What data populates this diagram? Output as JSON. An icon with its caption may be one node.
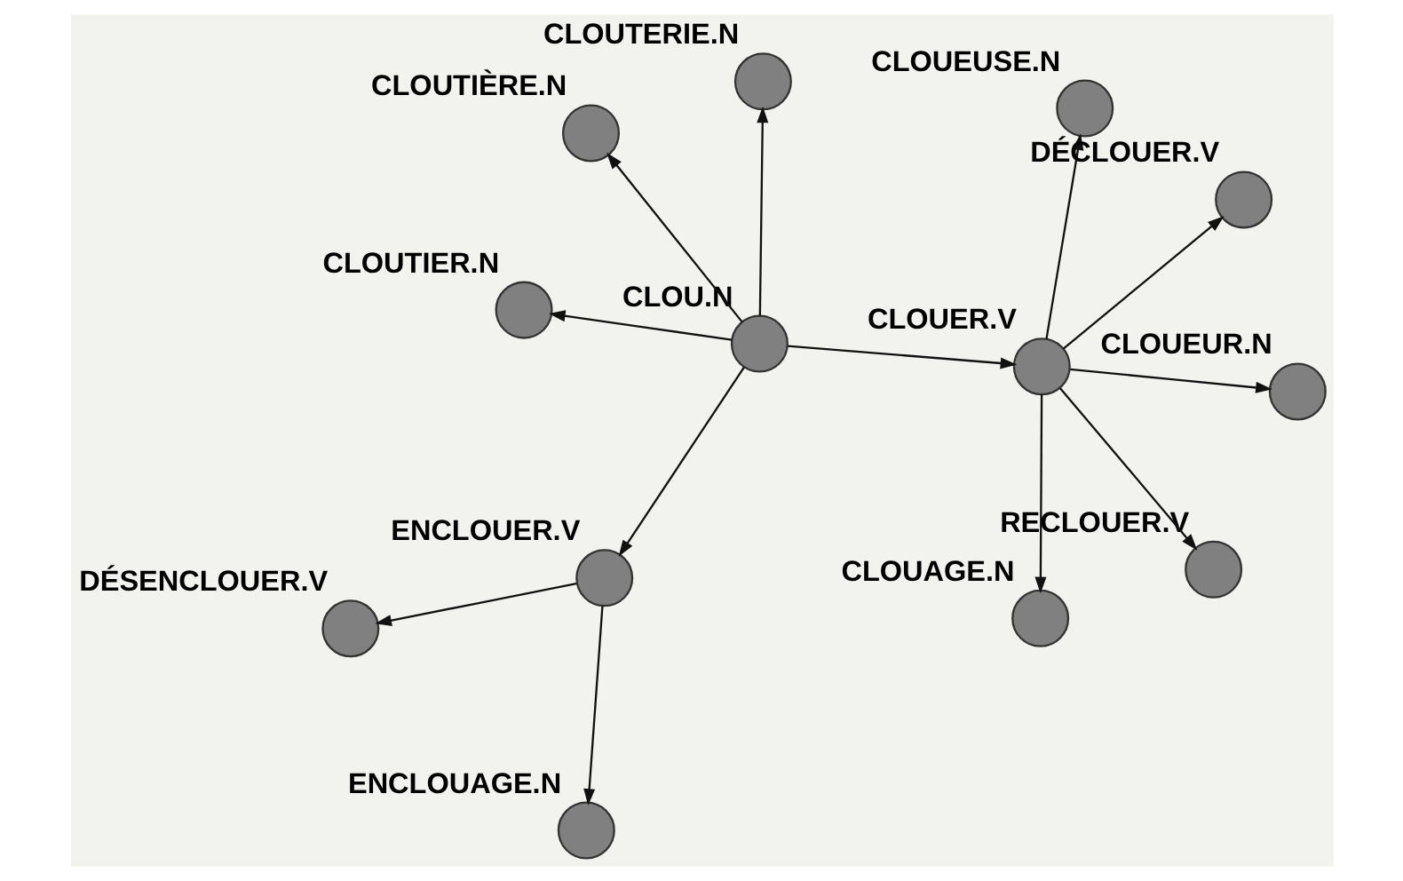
{
  "diagram": {
    "nodes": [
      {
        "text": [],
        "shape": "circle",
        "beside": [
          "CLOU.N"
        ]
      },
      {
        "text": [],
        "shape": "circle",
        "beside": [
          "CLOUER.V"
        ]
      },
      {
        "text": [],
        "shape": "circle",
        "beside": [
          "CLOUTIER.N"
        ]
      },
      {
        "text": [],
        "shape": "circle",
        "beside": [
          "CLOUTIÈRE.N"
        ]
      },
      {
        "text": [],
        "shape": "circle",
        "beside": [
          "CLOUTERIE.N"
        ]
      },
      {
        "text": [],
        "shape": "circle",
        "beside": [
          "ENCLOUER.V"
        ]
      },
      {
        "text": [],
        "shape": "circle",
        "beside": [
          "DÉSENCLOUER.V"
        ]
      },
      {
        "text": [],
        "shape": "circle",
        "beside": [
          "ENCLOUAGE.N"
        ]
      },
      {
        "text": [],
        "shape": "circle",
        "beside": [
          "CLOUAGE.N"
        ]
      },
      {
        "text": [],
        "shape": "circle",
        "beside": [
          "CLOUEUR.N"
        ]
      },
      {
        "text": [],
        "shape": "circle",
        "beside": [
          "RECLOUER.V"
        ]
      },
      {
        "text": [],
        "shape": "circle",
        "beside": [
          "CLOUEUSE.N"
        ]
      },
      {
        "text": [],
        "shape": "circle",
        "beside": [
          "DÉCLOUER.V"
        ]
      }
    ],
    "edges": [
      {
        "from": 0,
        "to": 1,
        "arrow": "to"
      },
      {
        "from": 0,
        "to": 2,
        "arrow": "to"
      },
      {
        "from": 0,
        "to": 3,
        "arrow": "to"
      },
      {
        "from": 0,
        "to": 4,
        "arrow": "to"
      },
      {
        "from": 0,
        "to": 5,
        "arrow": "to"
      },
      {
        "from": 5,
        "to": 6,
        "arrow": "to"
      },
      {
        "from": 5,
        "to": 7,
        "arrow": "to"
      },
      {
        "from": 1,
        "to": 8,
        "arrow": "to"
      },
      {
        "from": 1,
        "to": 9,
        "arrow": "to"
      },
      {
        "from": 1,
        "to": 10,
        "arrow": "to"
      },
      {
        "from": 1,
        "to": 11,
        "arrow": "to"
      },
      {
        "from": 1,
        "to": 12,
        "arrow": "to"
      }
    ]
  }
}
